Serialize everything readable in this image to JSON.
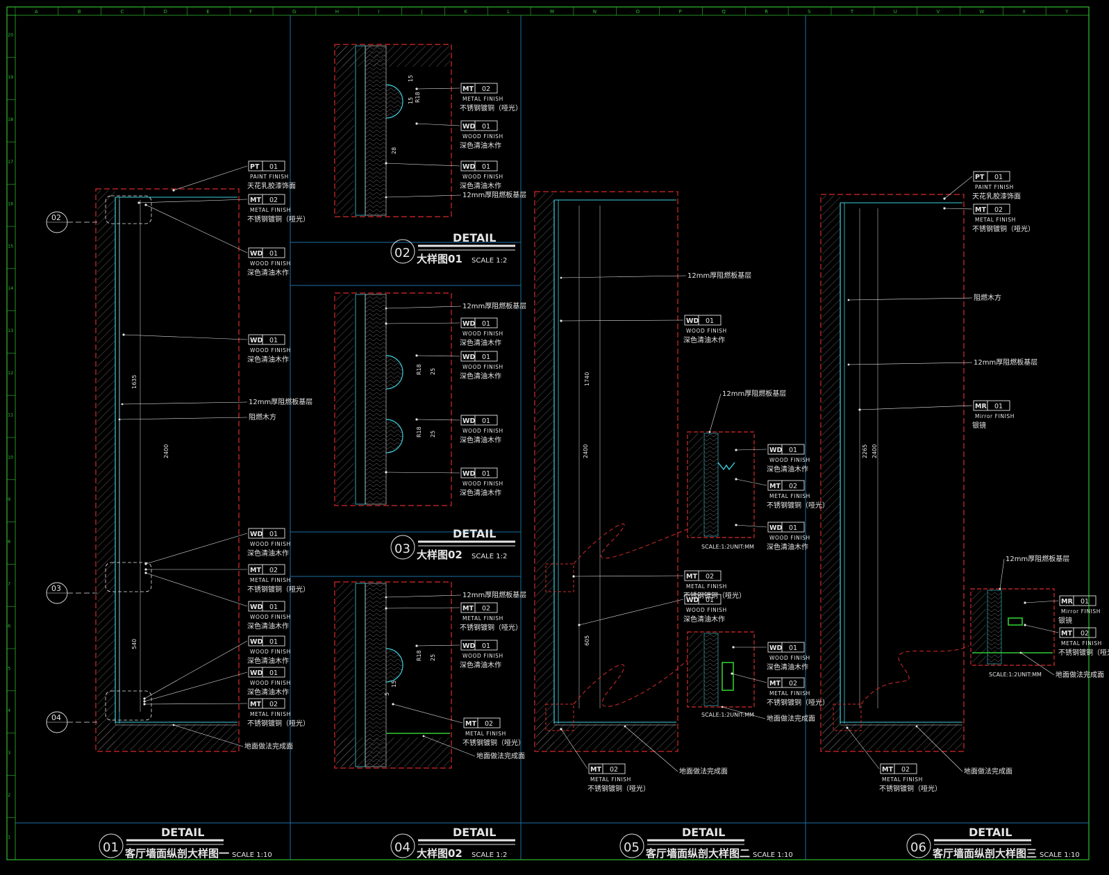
{
  "colors": {
    "background": "#000000",
    "frame": "#2fbf2f",
    "grid": "#1c6fa8",
    "wall": "#d92b2b",
    "text": "#e6e6e6",
    "leader": "#e6e6e6",
    "cyan": "#3fd0e0",
    "green": "#33cc33",
    "hatch": "#9a9a9a"
  },
  "border": {
    "columns": [
      "A",
      "B",
      "C",
      "D",
      "E",
      "F",
      "G",
      "H",
      "I",
      "J",
      "K",
      "L",
      "M",
      "N",
      "O",
      "P",
      "Q",
      "R",
      "S",
      "T",
      "U",
      "V",
      "W",
      "X",
      "Y"
    ],
    "rows": [
      "20",
      "19",
      "18",
      "17",
      "16",
      "15",
      "14",
      "13",
      "12",
      "11",
      "10",
      "9",
      "8",
      "7",
      "6",
      "5",
      "4",
      "3",
      "2",
      "1"
    ]
  },
  "titles": [
    {
      "num": "01",
      "word": "DETAIL",
      "name": "客厅墙面纵剖大样图一",
      "scale": "SCALE 1:10"
    },
    {
      "num": "02",
      "word": "DETAIL",
      "name": "大样图01",
      "scale": "SCALE 1:2"
    },
    {
      "num": "03",
      "word": "DETAIL",
      "name": "大样图02",
      "scale": "SCALE 1:2"
    },
    {
      "num": "04",
      "word": "DETAIL",
      "name": "大样图02",
      "scale": "SCALE 1:2"
    },
    {
      "num": "05",
      "word": "DETAIL",
      "name": "客厅墙面纵剖大样图二",
      "scale": "SCALE 1:10"
    },
    {
      "num": "06",
      "word": "DETAIL",
      "name": "客厅墙面纵剖大样图三",
      "scale": "SCALE 1:10"
    }
  ],
  "callouts": [
    {
      "code": "PT",
      "num": "01",
      "en": "PAINT FINISH",
      "cn": "天花乳胶漆饰面"
    },
    {
      "code": "MT",
      "num": "02",
      "en": "METAL FINISH",
      "cn": "不锈钢镀铜（哑光）"
    },
    {
      "code": "WD",
      "num": "01",
      "en": "WOOD FINISH",
      "cn": "深色清油木作"
    },
    {
      "code": "WD",
      "num": "01",
      "en": "WOOD FINISH",
      "cn": "深色清油木作"
    },
    {
      "code": "WD",
      "num": "01",
      "en": "WOOD FINISH",
      "cn": "深色清油木作"
    },
    {
      "code": "MT",
      "num": "02",
      "en": "METAL FINISH",
      "cn": "不锈钢镀铜（哑光）"
    },
    {
      "code": "WD",
      "num": "01",
      "en": "WOOD FINISH",
      "cn": "深色清油木作"
    },
    {
      "code": "WD",
      "num": "01",
      "en": "WOOD FINISH",
      "cn": "深色清油木作"
    },
    {
      "code": "WD",
      "num": "01",
      "en": "WOOD FINISH",
      "cn": "深色清油木作"
    },
    {
      "code": "MT",
      "num": "02",
      "en": "METAL FINISH",
      "cn": "不锈钢镀铜（哑光）"
    },
    {
      "code": "MT",
      "num": "02",
      "en": "METAL FINISH",
      "cn": "不锈钢镀铜（哑光）"
    },
    {
      "code": "WD",
      "num": "01",
      "en": "WOOD FINISH",
      "cn": "深色清油木作"
    },
    {
      "code": "WD",
      "num": "01",
      "en": "WOOD FINISH",
      "cn": "深色清油木作"
    },
    {
      "code": "WD",
      "num": "01",
      "en": "WOOD FINISH",
      "cn": "深色清油木作"
    },
    {
      "code": "WD",
      "num": "01",
      "en": "WOOD FINISH",
      "cn": "深色清油木作"
    },
    {
      "code": "WD",
      "num": "01",
      "en": "WOOD FINISH",
      "cn": "深色清油木作"
    },
    {
      "code": "WD",
      "num": "01",
      "en": "WOOD FINISH",
      "cn": "深色清油木作"
    },
    {
      "code": "MT",
      "num": "02",
      "en": "METAL FINISH",
      "cn": "不锈钢镀铜（哑光）"
    },
    {
      "code": "WD",
      "num": "01",
      "en": "WOOD FINISH",
      "cn": "深色清油木作"
    },
    {
      "code": "MT",
      "num": "02",
      "en": "METAL FINISH",
      "cn": "不锈钢镀铜（哑光）"
    },
    {
      "code": "WD",
      "num": "01",
      "en": "WOOD FINISH",
      "cn": "深色清油木作"
    },
    {
      "code": "WD",
      "num": "01",
      "en": "WOOD FINISH",
      "cn": "深色清油木作"
    },
    {
      "code": "MT",
      "num": "02",
      "en": "METAL FINISH",
      "cn": "不锈钢镀铜（哑光）"
    },
    {
      "code": "WD",
      "num": "01",
      "en": "WOOD FINISH",
      "cn": "深色清油木作"
    },
    {
      "code": "MT",
      "num": "02",
      "en": "METAL FINISH",
      "cn": "不锈钢镀铜（哑光）"
    },
    {
      "code": "MT",
      "num": "02",
      "en": "METAL FINISH",
      "cn": "不锈钢镀铜（哑光）"
    },
    {
      "code": "PT",
      "num": "01",
      "en": "PAINT FINISH",
      "cn": "天花乳胶漆饰面"
    },
    {
      "code": "MT",
      "num": "02",
      "en": "METAL FINISH",
      "cn": "不锈钢镀铜（哑光）"
    },
    {
      "code": "MR",
      "num": "01",
      "en": "Mirror FINISH",
      "cn": "银镜"
    },
    {
      "code": "MR",
      "num": "01",
      "en": "Mirror FINISH",
      "cn": "银镜"
    },
    {
      "code": "MT",
      "num": "02",
      "en": "METAL FINISH",
      "cn": "不锈钢镀铜（哑光）"
    },
    {
      "code": "MT",
      "num": "02",
      "en": "METAL FINISH",
      "cn": "不锈钢镀铜（哑光）"
    }
  ],
  "notes": [
    "12mm厚阻燃板基层",
    "阻燃木方",
    "地面做法完成面",
    "12mm厚阻燃板基层",
    "12mm厚阻燃板基层",
    "12mm厚阻燃板基层",
    "地面做法完成面",
    "12mm厚阻燃板基层",
    "12mm厚阻燃板基层",
    "地面做法完成面",
    "地面做法完成面",
    "阻燃木方",
    "12mm厚阻燃板基层",
    "12mm厚阻燃板基层",
    "地面做法完成面",
    "地面做法完成面"
  ],
  "sections": [
    "02",
    "03",
    "04"
  ],
  "scales": [
    "SCALE:1:2UNIT:MM",
    "SCALE:1:2UNIT:MM",
    "SCALE:1:2UNIT:MM"
  ],
  "dims": [
    "1635",
    "2400",
    "540",
    "1740",
    "2400",
    "605",
    "2265",
    "2400",
    "15",
    "15",
    "28",
    "R18",
    "R18",
    "R18",
    "R18",
    "25",
    "25",
    "25",
    "5",
    "15"
  ]
}
